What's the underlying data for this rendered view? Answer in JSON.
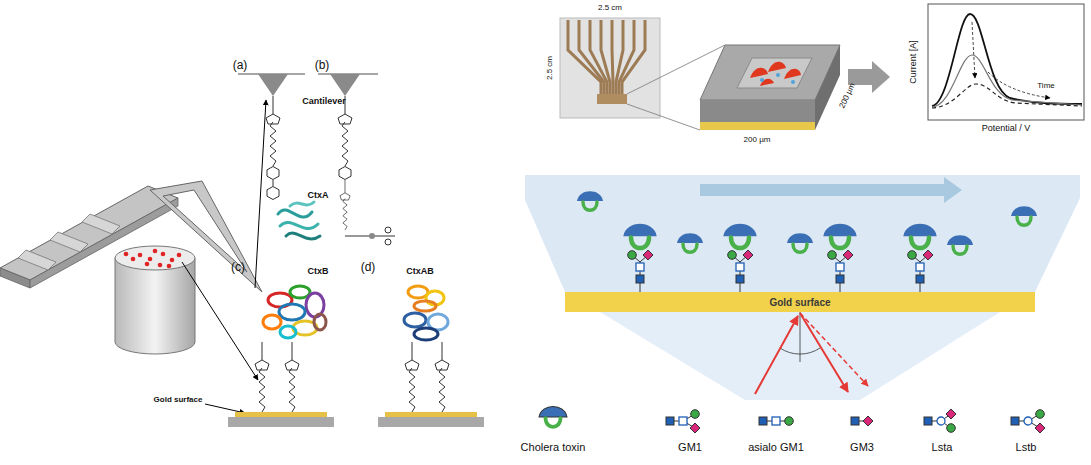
{
  "diagram": {
    "nodes": [
      {
        "text": [
          "Gold surface"
        ]
      }
    ],
    "labels": [
      "(a)",
      "(b)",
      "Cantilever",
      "CtxA",
      "(c)",
      "CtxB",
      "(d)",
      "CtxAB",
      "Gold surface",
      "2.5 cm",
      "2.5 cm",
      "200 µm",
      "200 µm",
      "Current [A]",
      "Potential / V",
      "Time"
    ],
    "legend": [
      {
        "text": "Cholera toxin"
      },
      {
        "text": "GM1"
      },
      {
        "text": "asialo GM1"
      },
      {
        "text": "GM3"
      },
      {
        "text": "Lsta"
      },
      {
        "text": "Lstb"
      }
    ]
  }
}
